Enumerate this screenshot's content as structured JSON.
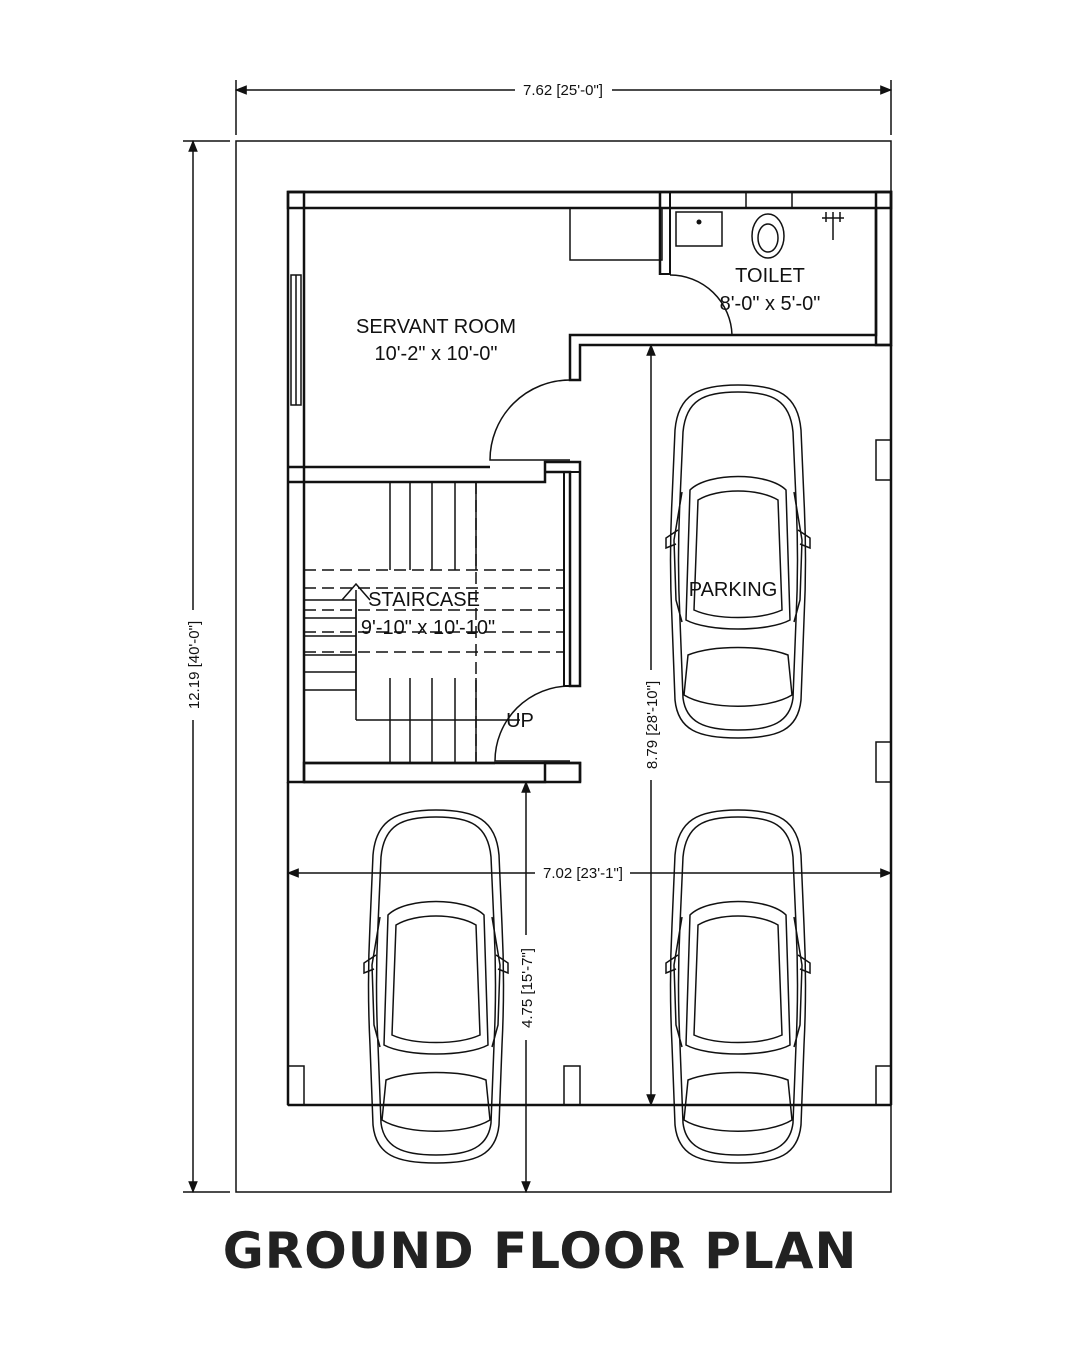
{
  "title": "GROUND FLOOR PLAN",
  "rooms": {
    "servant_room": {
      "name": "SERVANT ROOM",
      "size": "10'-2\" x 10'-0\""
    },
    "toilet": {
      "name": "TOILET",
      "size": "8'-0\" x 5'-0\""
    },
    "staircase": {
      "name": "STAIRCASE",
      "size": "9'-10\" x 10'-10\""
    },
    "parking": {
      "name": "PARKING"
    },
    "stair_up": "UP"
  },
  "dimensions": {
    "overall_width": "7.62 [25'-0\"]",
    "overall_depth": "12.19 [40'-0\"]",
    "inner_width": "7.02 [23'-1\"]",
    "parking_depth": "8.79 [28'-10\"]",
    "front_parking_depth": "4.75 [15'-7\"]"
  },
  "icons": [
    "car-icon",
    "toilet-icon",
    "shower-icon",
    "stair-arrow-icon",
    "door-swing-icon"
  ]
}
